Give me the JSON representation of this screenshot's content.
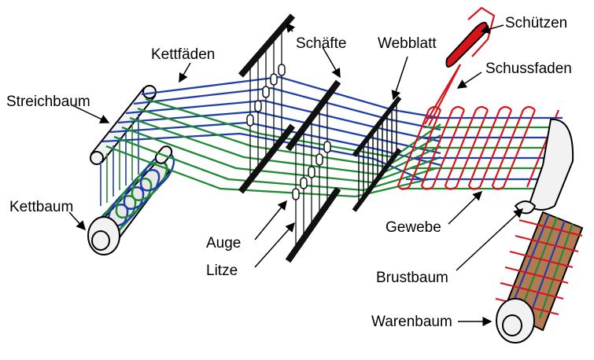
{
  "labels": {
    "kettfaeden": "Kettfäden",
    "schaefte": "Schäfte",
    "webblatt": "Webblatt",
    "schuetzen": "Schützen",
    "schussfaden": "Schussfaden",
    "streichbaum": "Streichbaum",
    "kettbaum": "Kettbaum",
    "auge": "Auge",
    "litze": "Litze",
    "gewebe": "Gewebe",
    "brustbaum": "Brustbaum",
    "warenbaum": "Warenbaum"
  },
  "colors": {
    "warp_blue": "#1f3fa8",
    "warp_green": "#1f8a34",
    "weft_red": "#d8141b",
    "frame": "#111111",
    "roller_fill": "#f2f2f2",
    "cloth_roll": "#b07a52"
  }
}
